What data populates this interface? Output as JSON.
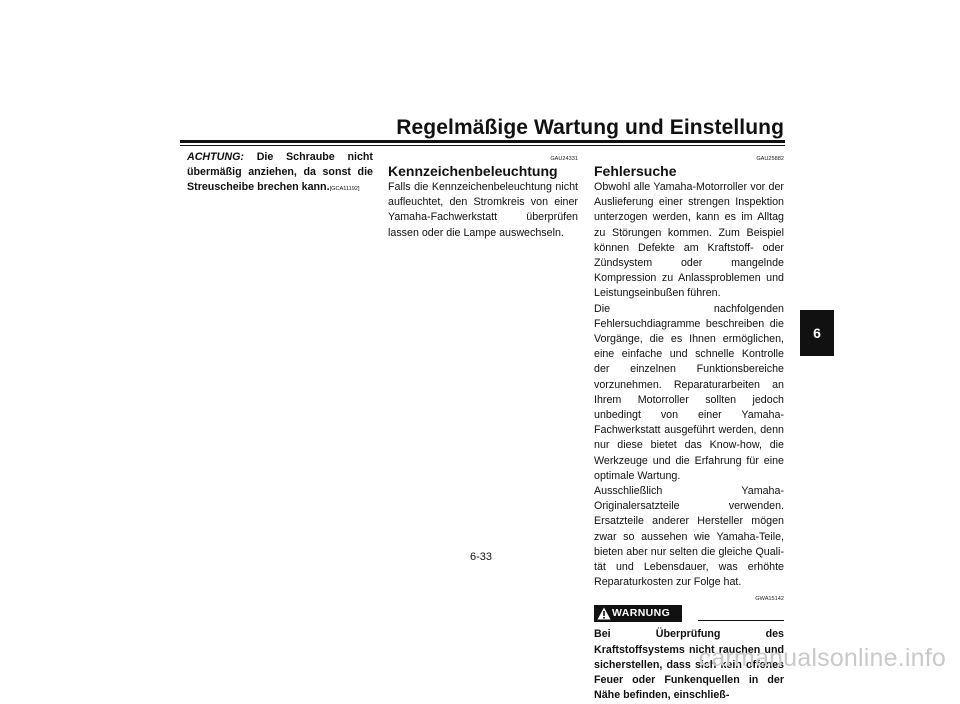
{
  "header": {
    "title": "Regelmäßige Wartung und Einstellung"
  },
  "side_tab": "6",
  "col1": {
    "label": "ACHTUNG:",
    "text": " Die Schraube nicht übermäßig anziehen, da sonst die Streuscheibe brechen kann.",
    "code": "[GCA11192]"
  },
  "col2": {
    "code": "GAU24331",
    "title": "Kennzeichenbeleuchtung",
    "body": "Falls die Kennzeichenbeleuchtung nicht aufleuchtet, den Stromkreis von einer Yamaha-Fachwerkstatt überprüfen lassen oder die Lampe auswechseln."
  },
  "col3": {
    "code": "GAU25882",
    "title": "Fehlersuche",
    "para1": "Obwohl alle Yamaha-Motorroller vor der Auslieferung einer strengen Inspektion un­terzogen werden, kann es im Alltag zu Stö­rungen kommen. Zum Beispiel können Defekte am Kraftstoff- oder Zündsystem oder mangelnde Kompression zu Anlass­problemen und Leistungseinbußen führen.",
    "para2": "Die nachfolgenden Fehlersuchdiagramme beschreiben die Vorgänge, die es Ihnen er­möglichen, eine einfache und schnelle Kon­trolle der einzelnen Funktionsbereiche vorzunehmen. Reparaturarbeiten an Ihrem Motorroller sollten jedoch unbedingt von ei­ner Yamaha-Fachwerkstatt ausgeführt wer­den, denn nur diese bietet das Know-how, die Werkzeuge und die Erfahrung für eine optimale Wartung.",
    "para3": "Ausschließlich Yamaha-Originalersatzteile verwenden. Ersatzteile anderer Hersteller mögen zwar so aussehen wie Yamaha-Tei­le, bieten aber nur selten die gleiche Quali­tät und Lebensdauer, was erhöhte Reparaturkosten zur Folge hat.",
    "warn_code": "GWA15142",
    "warn_label": "WARNUNG",
    "warn_text": "Bei Überprüfung des Kraftstoffsystems nicht rauchen und sicherstellen, dass sich kein offenes Feuer oder Funken­quellen in der Nähe befinden, einschließ-"
  },
  "page_number": "6-33",
  "watermark": "carmanualsonline.info",
  "colors": {
    "text": "#111111",
    "watermark": "#c9c9c9"
  }
}
